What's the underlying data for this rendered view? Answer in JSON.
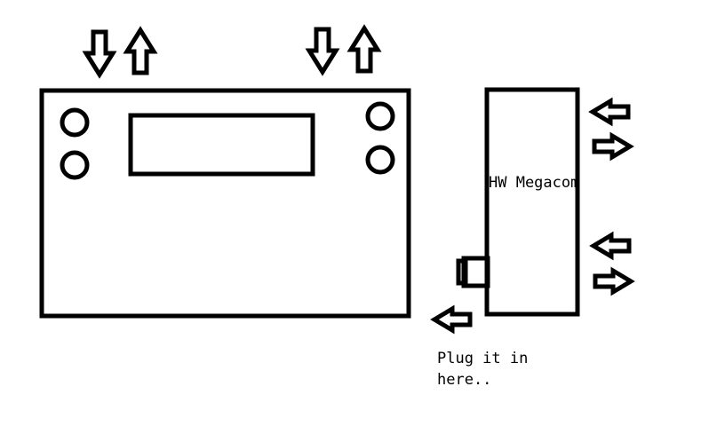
{
  "device_label": "HW Megacom",
  "plug_note": {
    "line1": "Plug it in",
    "line2": "here.."
  }
}
